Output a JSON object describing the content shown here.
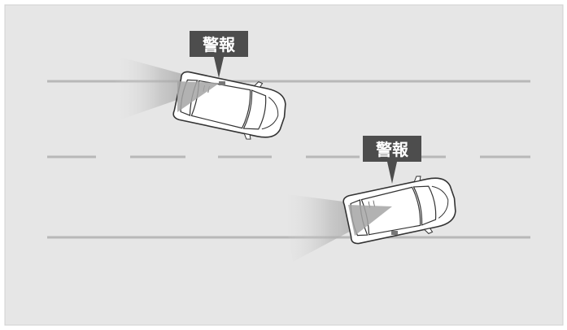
{
  "warnings": [
    {
      "id": "warning-left",
      "text": "警報"
    },
    {
      "id": "warning-right",
      "text": "警報"
    }
  ],
  "colors": {
    "background": "#e6e6e6",
    "frame_border": "#cfcfcf",
    "lane_line": "#b9b9b9",
    "label_bg": "#4d4d4d",
    "label_text": "#ffffff",
    "car_body": "#ffffff",
    "car_outline": "#3a3a3a",
    "sensor_beam": "#9a9a9a"
  }
}
